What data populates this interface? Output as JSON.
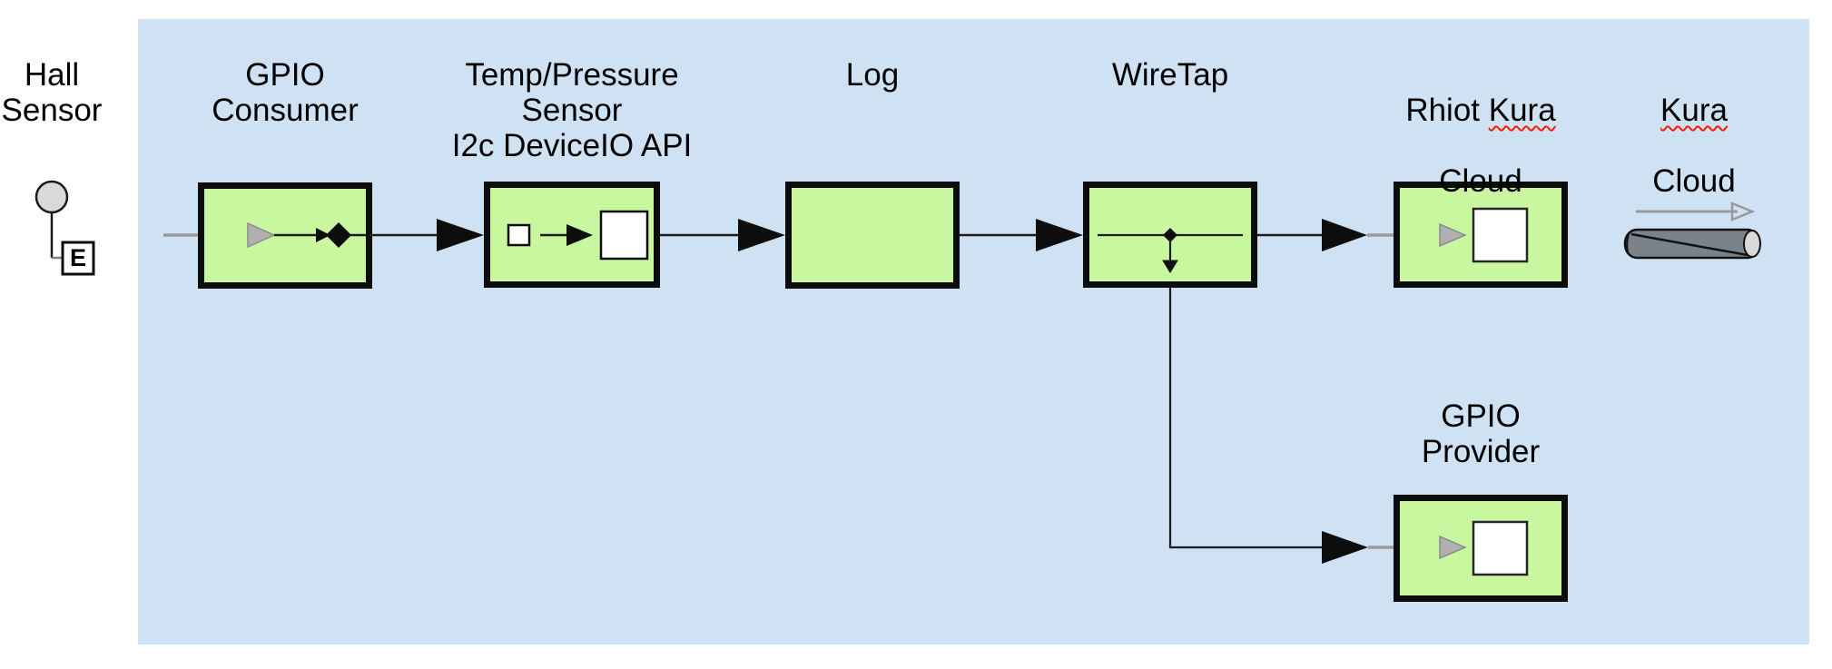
{
  "labels": {
    "hall_sensor": "Hall\nSensor",
    "gpio_consumer": "GPIO\nConsumer",
    "temp_sensor": "Temp/Pressure\nSensor\nI2c DeviceIO API",
    "log": "Log",
    "wiretap": "WireTap",
    "rhiot_line1_pre": "Rhiot ",
    "rhiot_word_flagged": "Kura",
    "rhiot_line2": "Cloud",
    "kura_word_flagged": "Kura",
    "kura_line2": "Cloud",
    "gpio_provider": "GPIO\nProvider",
    "endpoint_letter": "E"
  },
  "icons": {
    "hall_sensor": "circle-with-endpoint-box-icon",
    "gpio_consumer": "from-arrow-and-diamond-icon",
    "temp_sensor": "bean-call-icon",
    "wiretap": "tee-split-icon",
    "rhiot_kura_cloud": "to-endpoint-icon",
    "kura_cloud": "pipe-cylinder-icon",
    "gpio_provider": "to-endpoint-icon"
  },
  "colors": {
    "panel_bg": "#cfe2f4",
    "node_fill": "#c9f7a0",
    "node_border": "#0d0d0d",
    "connector": "#1a1a1a",
    "gray_connector": "#999999",
    "gray_arrow_fill": "#b0b0b0",
    "endpoint_square_fill": "#ffffff",
    "sensor_circle_fill": "#d9d9d9",
    "cylinder_body": "#7a838b",
    "cylinder_cap": "#d9d9d9",
    "spellcheck_underline": "#ff1a00"
  }
}
